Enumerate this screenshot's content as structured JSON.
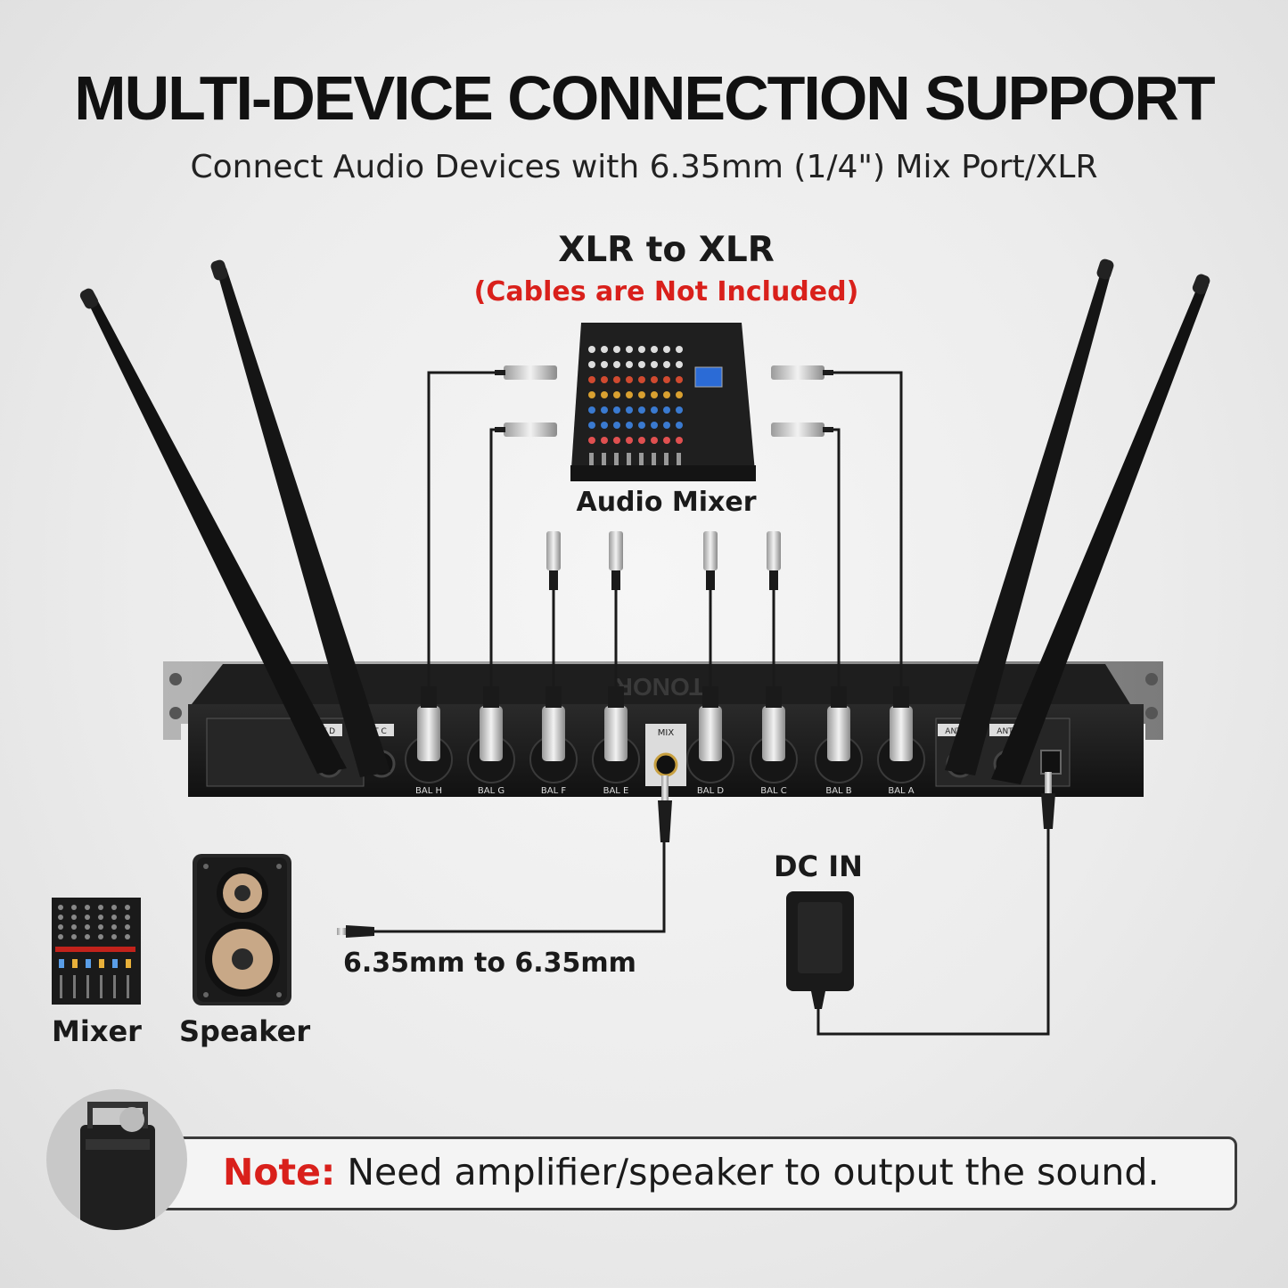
{
  "title": "MULTI-DEVICE CONNECTION SUPPORT",
  "subtitle": "Connect Audio Devices with 6.35mm (1/4\") Mix Port/XLR",
  "xlr_section": {
    "title": "XLR to XLR",
    "note": "(Cables are Not Included)",
    "device_label": "Audio Mixer"
  },
  "receiver": {
    "brand": "TONOR",
    "ports_left": [
      "ANT D",
      "ANT C"
    ],
    "ports_right": [
      "ANT B",
      "ANT A"
    ],
    "balanced_outputs": [
      "BAL H",
      "BAL G",
      "BAL F",
      "BAL E",
      "BAL D",
      "BAL C",
      "BAL B",
      "BAL A"
    ],
    "mix_port": "MIX"
  },
  "dc_in_label": "DC IN",
  "jack_cable_label": "6.35mm to 6.35mm",
  "devices": [
    {
      "label": "Mixer",
      "icon": "dj-mixer-icon"
    },
    {
      "label": "Speaker",
      "icon": "speaker-icon"
    }
  ],
  "note": {
    "prefix": "Note:",
    "text": " Need amplifier/speaker to output the sound."
  },
  "colors": {
    "accent_red": "#d9201b",
    "device_black": "#1c1c1c",
    "background": "#ececec"
  }
}
